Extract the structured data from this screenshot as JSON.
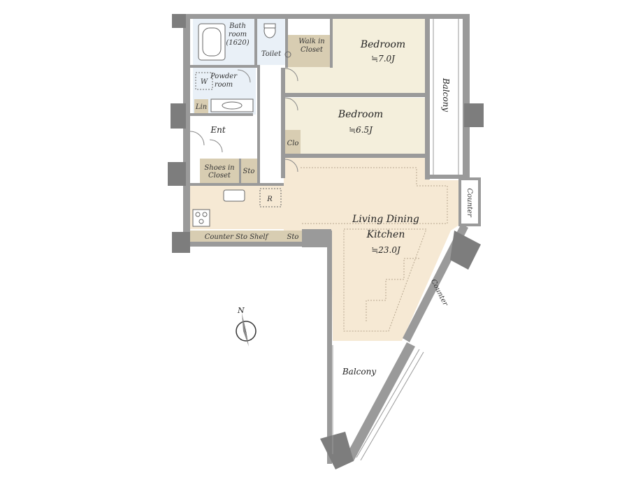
{
  "floorplan": {
    "colors": {
      "wall": "#9a9a9a",
      "wall_dark": "#7d7d7d",
      "bedroom": "#f4efdc",
      "ldk": "#f6e9d4",
      "wet": "#e9f0f7",
      "closet": "#d8cdb2",
      "entry": "#ffffff",
      "balcony": "#ffffff"
    },
    "rooms": {
      "bath": "Bath room (1620)",
      "bath_l1": "Bath",
      "bath_l2": "room",
      "bath_l3": "(1620)",
      "toilet": "Toilet",
      "walkin_l1": "Walk in",
      "walkin_l2": "Closet",
      "bed1_name": "Bedroom",
      "bed1_size": "≒7.0J",
      "bed2_name": "Bedroom",
      "bed2_size": "≒6.5J",
      "powder_l1": "Powder",
      "powder_l2": "room",
      "w": "W",
      "lin": "Lin",
      "ent": "Ent",
      "clo": "Clo",
      "shoes_l1": "Shoes in",
      "shoes_l2": "Closet",
      "sto1": "Sto",
      "r": "R",
      "ldk_l1": "Living Dining",
      "ldk_l2": "Kitchen",
      "ldk_size": "≒23.0J",
      "counter_shelf": "Counter Sto Shelf",
      "sto2": "Sto",
      "counter_right": "Counter",
      "counter_diag": "Counter",
      "balcony_right": "Balcony",
      "balcony_bottom": "Balcony"
    },
    "compass": {
      "north": "N"
    }
  }
}
